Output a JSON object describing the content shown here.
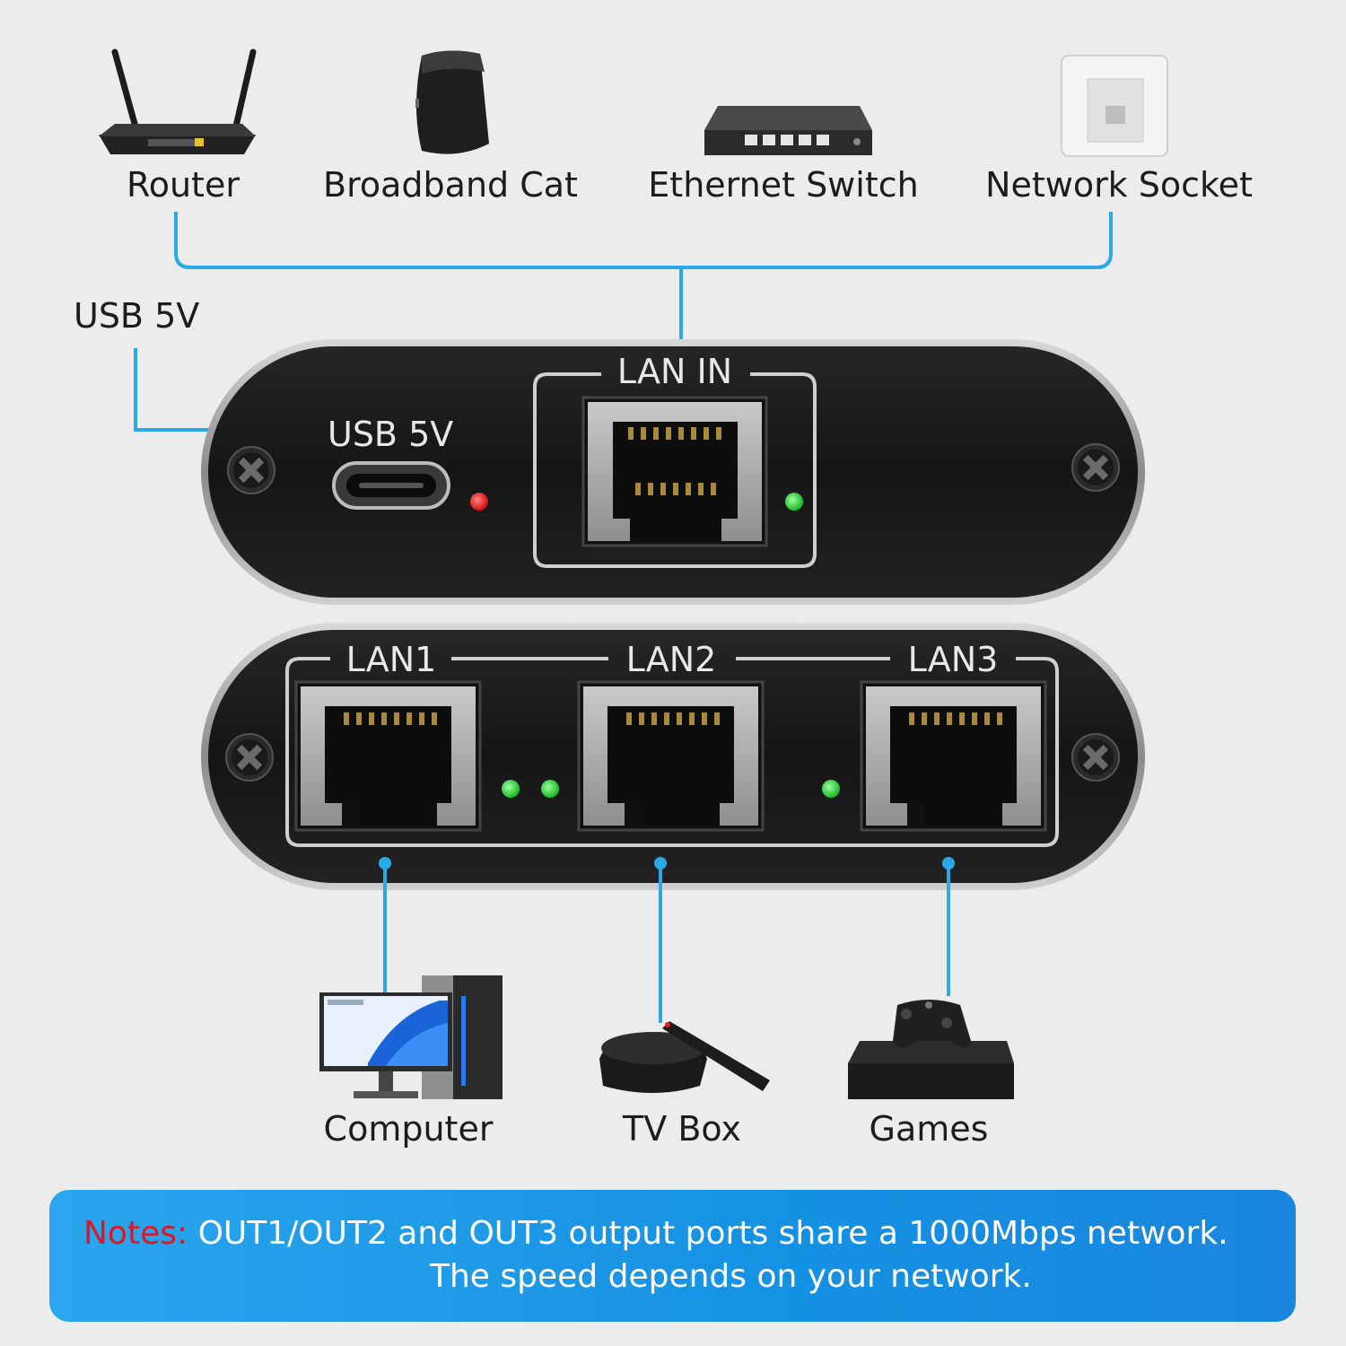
{
  "sources": {
    "router": "Router",
    "modem": "Broadband Cat",
    "switch": "Ethernet Switch",
    "socket": "Network Socket"
  },
  "power": {
    "callout": "USB 5V",
    "port_label": "USB 5V"
  },
  "input_unit": {
    "port_label": "LAN IN"
  },
  "output_unit": {
    "ports": [
      "LAN1",
      "LAN2",
      "LAN3"
    ]
  },
  "devices": {
    "computer": "Computer",
    "tvbox": "TV Box",
    "games": "Games"
  },
  "notes": {
    "prefix": "Notes:",
    "line1": "OUT1/OUT2 and OUT3 output ports share a 1000Mbps network.",
    "line2": "The speed depends on your network."
  },
  "colors": {
    "connector": "#2aa8e8",
    "led_red": "#e01818",
    "led_green": "#2ed53a",
    "housing": "#1b1b1b",
    "notes_bg": "#1e96e6",
    "notes_prefix": "#e0161e"
  }
}
